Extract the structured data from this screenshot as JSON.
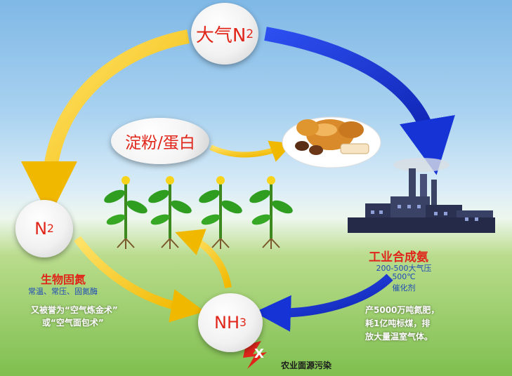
{
  "nodes": {
    "atmosphere": {
      "main": "大气N",
      "sub": "2"
    },
    "n2": {
      "main": "N",
      "sub": "2"
    },
    "nh3": {
      "main": "NH",
      "sub": "3"
    },
    "starch_protein": "淀粉/蛋白"
  },
  "biological_fixation": {
    "title": "生物固氮",
    "conditions": "常温、常压、固氮酶",
    "note_line1": "又被誉为“空气炼金术”",
    "note_line2": "或“空气面包术”"
  },
  "industrial_ammonia": {
    "title": "工业合成氨",
    "conditions": [
      "200-500大气压",
      "500℃",
      "催化剂"
    ],
    "note_lines": [
      "产5000万吨氮肥，",
      "耗1亿吨标煤，排",
      "放大量温室气体。"
    ]
  },
  "pollution": {
    "label": "农业面源污染",
    "mark": "X"
  },
  "colors": {
    "yellow_arrow": "#f5c400",
    "blue_arrow": "#1633d6",
    "label_red": "#e0261b",
    "label_blue": "#1e4bb8"
  },
  "icons": [
    "bread-icon",
    "plant-icon",
    "factory-icon",
    "lightning-icon"
  ]
}
